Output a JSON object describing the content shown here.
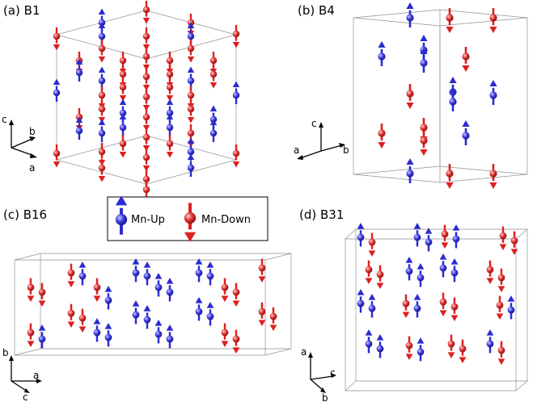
{
  "colors": {
    "up": "#2b2bd0",
    "up_light": "#8a8aff",
    "down": "#dd2020",
    "down_light": "#ff9c9c",
    "box": "#8f8f8f"
  },
  "legend": {
    "up_label": "Mn-Up",
    "down_label": "Mn-Down"
  },
  "panels": [
    {
      "id": "b1",
      "label": "(a) B1",
      "axes": [
        "c",
        "b",
        "a"
      ]
    },
    {
      "id": "b4",
      "label": "(b) B4",
      "axes": [
        "c",
        "a",
        "b"
      ]
    },
    {
      "id": "b16",
      "label": "(c) B16",
      "axes": [
        "b",
        "a",
        "c"
      ]
    },
    {
      "id": "b31",
      "label": "(d) B31",
      "axes": [
        "a",
        "c",
        "b"
      ]
    }
  ]
}
